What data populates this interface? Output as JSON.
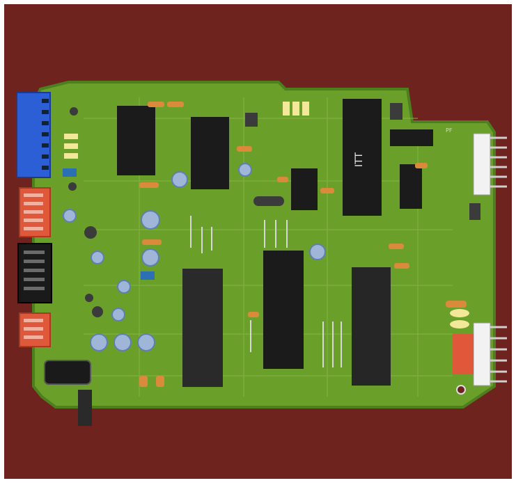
{
  "scene": {
    "description_kind": "photo",
    "colors": {
      "background": "#6e231f",
      "board": "#6a9f2a",
      "board_edge": "#4e7f1f",
      "chip": "#1b1b1b",
      "connector_blue": "#2c5fd6",
      "connector_red": "#e0583a",
      "connector_white": "#f2f2f2",
      "capacitor_blue": "#9fb6d8",
      "resistor": "#d98a3a"
    }
  },
  "board": {
    "chip_label": "ITT",
    "corner_text": "PF"
  }
}
